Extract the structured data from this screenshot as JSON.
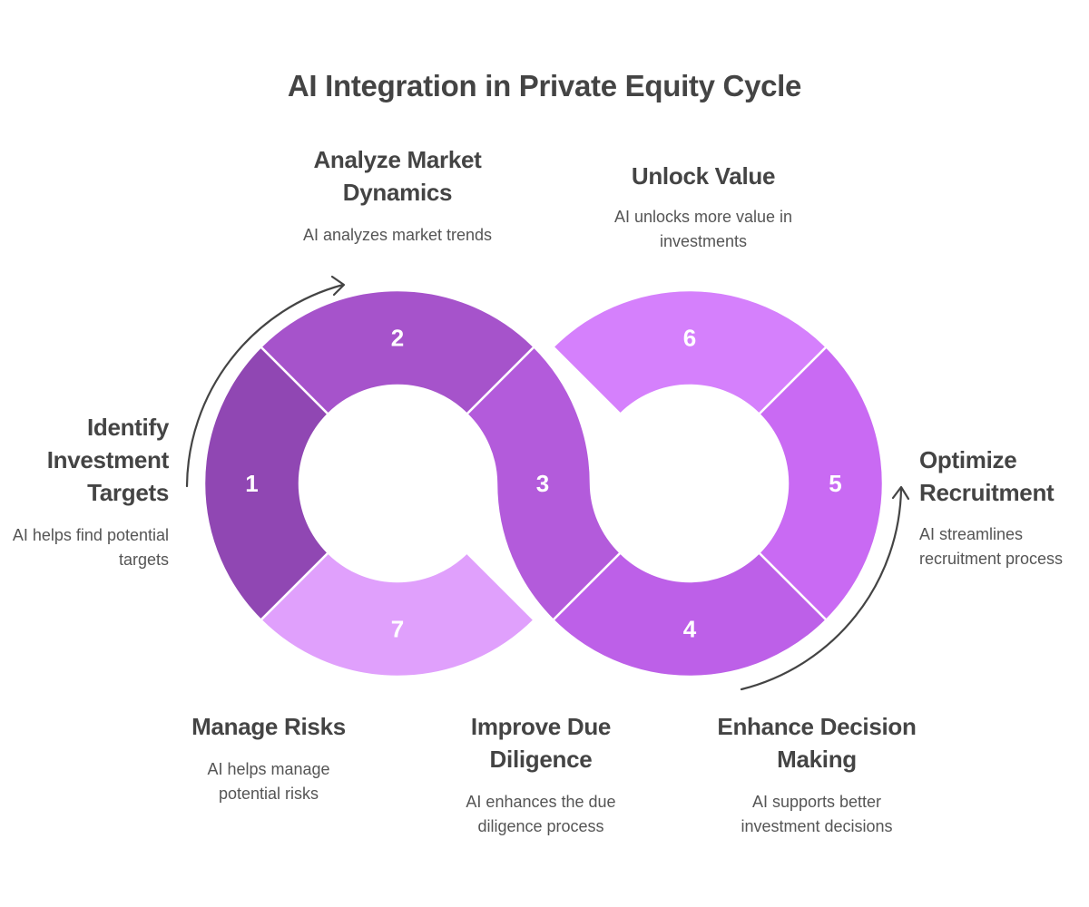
{
  "title": "AI Integration in Private Equity Cycle",
  "steps": [
    {
      "number": "1",
      "heading": "Identify Investment Targets",
      "heading_lines": [
        "Identify",
        "Investment",
        "Targets"
      ],
      "description_lines": [
        "AI helps find potential",
        "targets"
      ],
      "color": "#9047B3"
    },
    {
      "number": "2",
      "heading": "Analyze Market Dynamics",
      "heading_lines": [
        "Analyze Market",
        "Dynamics"
      ],
      "description_lines": [
        "AI analyzes market trends"
      ],
      "color": "#A653CB"
    },
    {
      "number": "3",
      "heading": "Improve Due Diligence",
      "heading_lines": [
        "Improve Due",
        "Diligence"
      ],
      "description_lines": [
        "AI enhances the due",
        "diligence process"
      ],
      "color": "#B35BDB"
    },
    {
      "number": "4",
      "heading": "Enhance Decision Making",
      "heading_lines": [
        "Enhance Decision",
        "Making"
      ],
      "description_lines": [
        "AI supports better",
        "investment decisions"
      ],
      "color": "#BD60E8"
    },
    {
      "number": "5",
      "heading": "Optimize Recruitment",
      "heading_lines": [
        "Optimize",
        "Recruitment"
      ],
      "description_lines": [
        "AI streamlines",
        "recruitment process"
      ],
      "color": "#C96AF3"
    },
    {
      "number": "6",
      "heading": "Unlock Value",
      "heading_lines": [
        "Unlock Value"
      ],
      "description_lines": [
        "AI unlocks more value in",
        "investments"
      ],
      "color": "#D580FC"
    },
    {
      "number": "7",
      "heading": "Manage Risks",
      "heading_lines": [
        "Manage Risks"
      ],
      "description_lines": [
        "AI helps manage",
        "potential risks"
      ],
      "color": "#E0A0FC"
    }
  ],
  "arrow_color": "#444444"
}
